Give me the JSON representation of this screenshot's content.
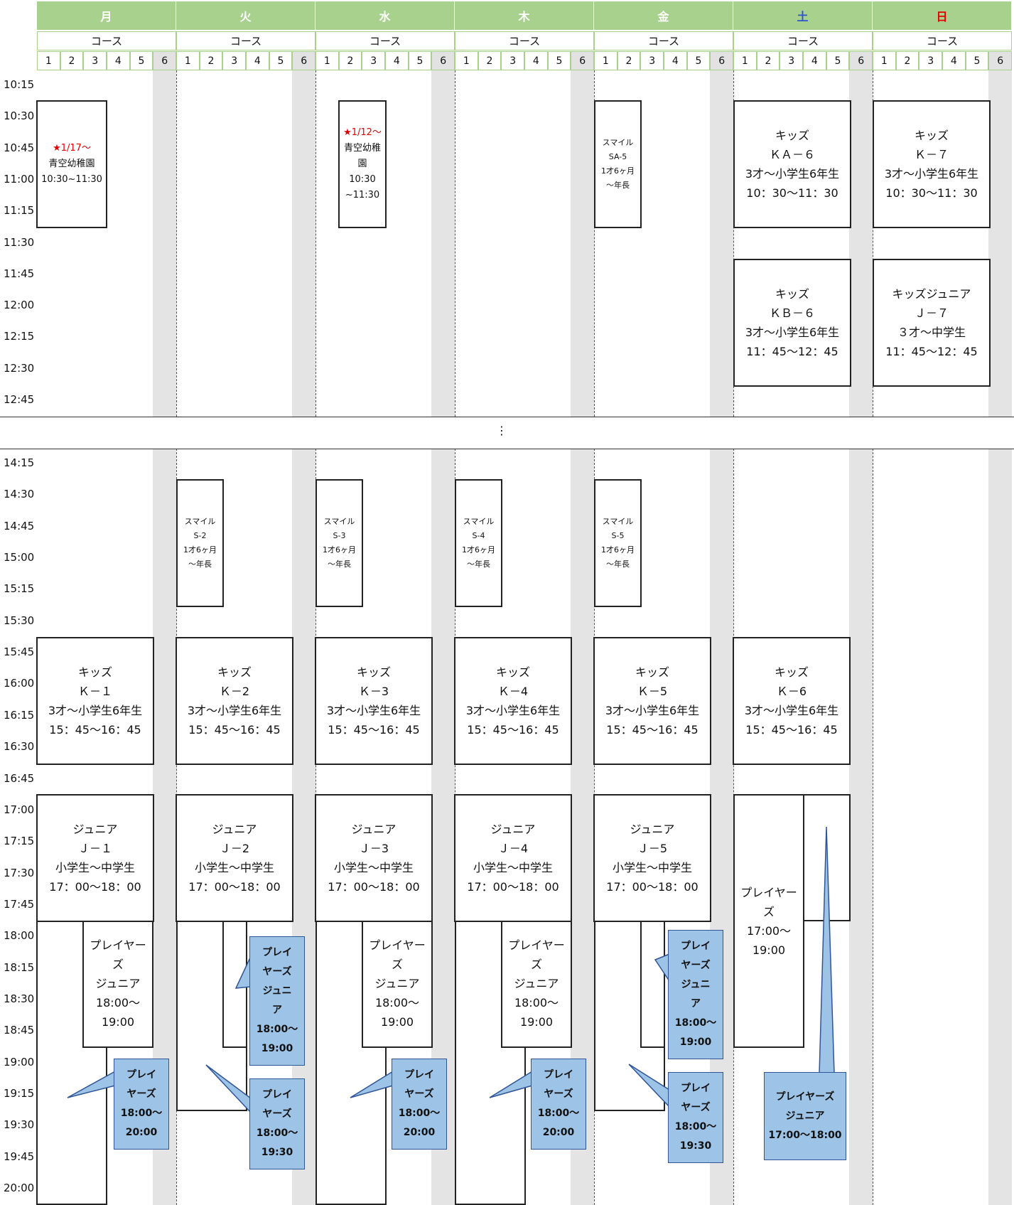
{
  "header": {
    "days": [
      "月",
      "火",
      "水",
      "木",
      "金",
      "土",
      "日"
    ],
    "course_label": "コース",
    "col_numbers": [
      "1",
      "2",
      "3",
      "4",
      "5",
      "6"
    ]
  },
  "colors": {
    "header_green": "#a9d18e",
    "saturday_blue": "#2f55c9",
    "sunday_red": "#e00000",
    "callout_blue": "#9dc3e6",
    "column6_grey": "#e4e4e4"
  },
  "morning_times": [
    "10:15",
    "10:30",
    "10:45",
    "11:00",
    "11:15",
    "11:30",
    "11:45",
    "12:00",
    "12:15",
    "12:30",
    "12:45"
  ],
  "gap_marker": "⋮",
  "afternoon_times": [
    "14:15",
    "14:30",
    "14:45",
    "15:00",
    "15:15",
    "15:30",
    "15:45",
    "16:00",
    "16:15",
    "16:30",
    "16:45",
    "17:00",
    "17:15",
    "17:30",
    "17:45",
    "18:00",
    "18:15",
    "18:30",
    "18:45",
    "19:00",
    "19:15",
    "19:30",
    "19:45",
    "20:00"
  ],
  "classes": {
    "mon_aozora": {
      "star": "★1/17～",
      "lines": [
        "青空幼稚園",
        "10:30~11:30"
      ]
    },
    "wed_aozora": {
      "star": "★1/12～",
      "lines": [
        "青空幼稚",
        "園",
        "10:30",
        "~11:30"
      ]
    },
    "fri_smile_sa5": {
      "lines": [
        "スマイル",
        "SA-5",
        "1才6ヶ月",
        "～年長"
      ]
    },
    "sat_ka6": {
      "lines": [
        "キッズ",
        "ＫＡ－６",
        "3才～小学生6年生",
        "10：30～11：30"
      ]
    },
    "sun_k7": {
      "lines": [
        "キッズ",
        "Ｋ－７",
        "3才～小学生6年生",
        "10：30～11：30"
      ]
    },
    "sat_kb6": {
      "lines": [
        "キッズ",
        "ＫＢ－６",
        "3才～小学生6年生",
        "11：45～12：45"
      ]
    },
    "sun_j7": {
      "lines": [
        "キッズジュニア",
        "Ｊ－７",
        "３才～中学生",
        "11：45～12：45"
      ]
    },
    "tue_smile_s2": {
      "lines": [
        "スマイル",
        "S-2",
        "1才6ヶ月",
        "～年長"
      ]
    },
    "wed_smile_s3": {
      "lines": [
        "スマイル",
        "S-3",
        "1才6ヶ月",
        "～年長"
      ]
    },
    "thu_smile_s4": {
      "lines": [
        "スマイル",
        "S-4",
        "1才6ヶ月",
        "～年長"
      ]
    },
    "fri_smile_s5": {
      "lines": [
        "スマイル",
        "S-5",
        "1才6ヶ月",
        "～年長"
      ]
    },
    "mon_k1": {
      "lines": [
        "キッズ",
        "Ｋ－１",
        "3才～小学生6年生",
        "15：45～16：45"
      ]
    },
    "tue_k2": {
      "lines": [
        "キッズ",
        "Ｋ－2",
        "3才～小学生6年生",
        "15：45～16：45"
      ]
    },
    "wed_k3": {
      "lines": [
        "キッズ",
        "Ｋ－3",
        "3才～小学生6年生",
        "15：45～16：45"
      ]
    },
    "thu_k4": {
      "lines": [
        "キッズ",
        "Ｋ－4",
        "3才～小学生6年生",
        "15：45～16：45"
      ]
    },
    "fri_k5": {
      "lines": [
        "キッズ",
        "Ｋ－5",
        "3才～小学生6年生",
        "15：45～16：45"
      ]
    },
    "sat_k6": {
      "lines": [
        "キッズ",
        "Ｋ－6",
        "3才～小学生6年生",
        "15：45～16：45"
      ]
    },
    "mon_j1": {
      "lines": [
        "ジュニア",
        "Ｊ－１",
        "小学生～中学生",
        "17：00～18：00"
      ]
    },
    "tue_j2": {
      "lines": [
        "ジュニア",
        "Ｊ－2",
        "小学生～中学生",
        "17：00～18：00"
      ]
    },
    "wed_j3": {
      "lines": [
        "ジュニア",
        "Ｊ－3",
        "小学生～中学生",
        "17：00～18：00"
      ]
    },
    "thu_j4": {
      "lines": [
        "ジュニア",
        "Ｊ－4",
        "小学生～中学生",
        "17：00～18：00"
      ]
    },
    "fri_j5": {
      "lines": [
        "ジュニア",
        "Ｊ－5",
        "小学生～中学生",
        "17：00～18：00"
      ]
    },
    "sat_players": {
      "lines": [
        "プレイヤー",
        "ズ",
        "17:00～",
        "19:00"
      ]
    },
    "mon_pj": {
      "lines": [
        "プレイヤー",
        "ズ",
        "ジュニア",
        "18:00～",
        "19:00"
      ]
    },
    "wed_pj": {
      "lines": [
        "プレイヤー",
        "ズ",
        "ジュニア",
        "18:00～",
        "19:00"
      ]
    },
    "thu_pj": {
      "lines": [
        "プレイヤー",
        "ズ",
        "ジュニア",
        "18:00～",
        "19:00"
      ]
    }
  },
  "callouts": {
    "mon_players": {
      "lines": [
        "プレイ",
        "ヤーズ",
        "18:00～",
        "20:00"
      ]
    },
    "tue_pj": {
      "lines": [
        "プレイ",
        "ヤーズ",
        "ジュニ",
        "ア",
        "18:00～",
        "19:00"
      ]
    },
    "tue_players": {
      "lines": [
        "プレイ",
        "ヤーズ",
        "18:00～",
        "19:30"
      ]
    },
    "wed_players": {
      "lines": [
        "プレイ",
        "ヤーズ",
        "18:00～",
        "20:00"
      ]
    },
    "thu_players": {
      "lines": [
        "プレイ",
        "ヤーズ",
        "18:00～",
        "20:00"
      ]
    },
    "fri_pj": {
      "lines": [
        "プレイ",
        "ヤーズ",
        "ジュニ",
        "ア",
        "18:00～",
        "19:00"
      ]
    },
    "fri_players": {
      "lines": [
        "プレイ",
        "ヤーズ",
        "18:00～",
        "19:30"
      ]
    },
    "sat_pj": {
      "lines": [
        "プレイヤーズ",
        "ジュニア",
        "17:00～18:00"
      ]
    }
  }
}
